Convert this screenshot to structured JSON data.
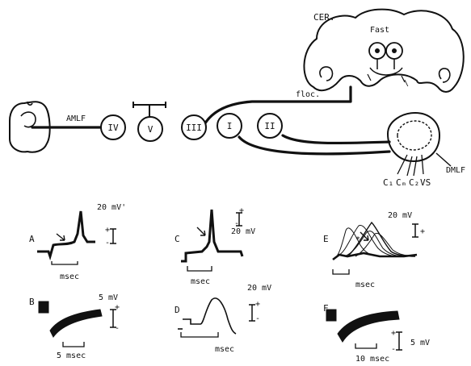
{
  "figure": {
    "nuclei": [
      "IV",
      "V",
      "III",
      "I",
      "II"
    ],
    "labels": {
      "cer": "CER.",
      "fast": "Fast",
      "floc": "floc.",
      "amlf": "AMLF",
      "dmlf": "DMLF",
      "c1": "C₁",
      "cm": "Cₘ",
      "c2": "C₂",
      "vs": "VS"
    },
    "panels": [
      {
        "letter": "A",
        "time": "msec",
        "scale": "20 mV'"
      },
      {
        "letter": "B",
        "time": "5 msec",
        "scale": "5 mV"
      },
      {
        "letter": "C",
        "time": "msec",
        "scale": "20 mV"
      },
      {
        "letter": "D",
        "time": "msec",
        "scale": "20 mV"
      },
      {
        "letter": "E",
        "time": "msec",
        "scale": "20 mV"
      },
      {
        "letter": "F",
        "time": "10 msec",
        "scale": "5 mV"
      }
    ]
  }
}
